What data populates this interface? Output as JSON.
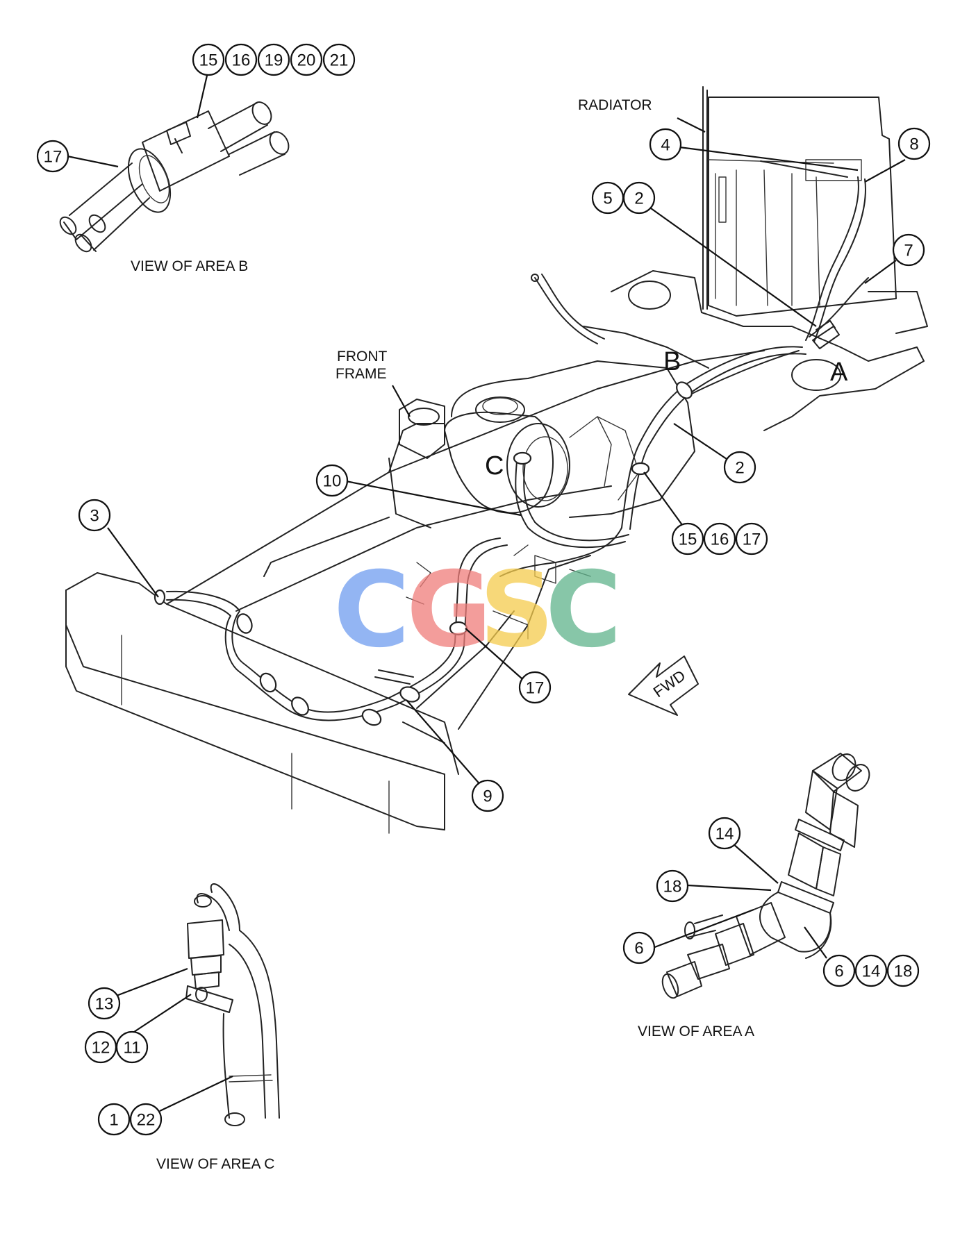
{
  "labels": {
    "radiator": "RADIATOR",
    "front_frame_line1": "FRONT",
    "front_frame_line2": "FRAME",
    "view_b": "VIEW OF AREA B",
    "view_a": "VIEW OF AREA A",
    "view_c": "VIEW OF AREA C",
    "fwd": "FWD",
    "area_a": "A",
    "area_b": "B",
    "area_c": "C"
  },
  "watermark": {
    "letters": [
      "C",
      "G",
      "S",
      "C"
    ],
    "colors": [
      "#6f9df0",
      "#f07d7a",
      "#f5cc4d",
      "#5fb48c"
    ]
  },
  "callouts": {
    "v_b_15": "15",
    "v_b_16": "16",
    "v_b_19": "19",
    "v_b_20": "20",
    "v_b_21": "21",
    "v_b_17": "17",
    "c4": "4",
    "c8": "8",
    "c5": "5",
    "c2a": "2",
    "c7": "7",
    "c2b": "2",
    "c10": "10",
    "c3": "3",
    "c15": "15",
    "c16": "16",
    "c17a": "17",
    "c17b": "17",
    "c9": "9",
    "v_a_14": "14",
    "v_a_18": "18",
    "v_a_6": "6",
    "v_a_6b": "6",
    "v_a_14b": "14",
    "v_a_18b": "18",
    "v_c_13": "13",
    "v_c_12": "12",
    "v_c_11": "11",
    "v_c_1": "1",
    "v_c_22": "22"
  }
}
